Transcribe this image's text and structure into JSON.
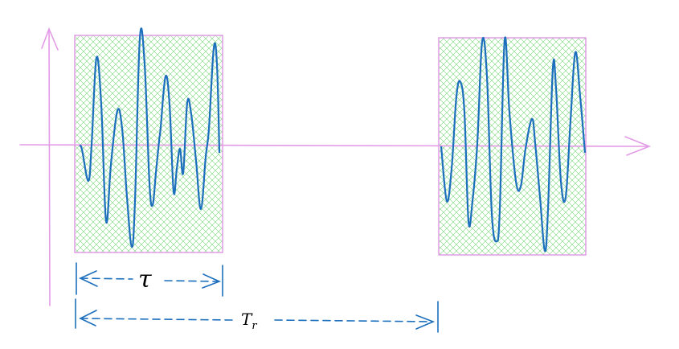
{
  "colors": {
    "axis": "#e39be6",
    "signal": "#1c6fbd",
    "hatch": "#6fd36f",
    "dim_line": "#1c6fbd",
    "label": "#000000"
  },
  "labels": {
    "pulse_width": "τ",
    "period_main": "T",
    "period_sub": "r"
  }
}
